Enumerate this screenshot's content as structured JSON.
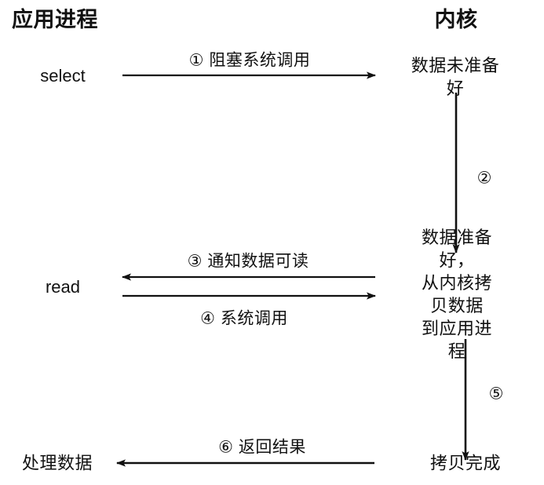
{
  "diagram": {
    "title_left": "应用进程",
    "title_right": "内核",
    "columns": {
      "application": {
        "label": "应用进程"
      },
      "kernel": {
        "label": "内核"
      }
    },
    "calls": {
      "select": "select",
      "read": "read",
      "process": "处理数据"
    },
    "kernel_states": {
      "not_ready": "数据未准备好",
      "ready_copy": "数据准备好，\n从内核拷贝数据\n到应用进程",
      "copy_done": "拷贝完成"
    },
    "steps": [
      {
        "id": "1",
        "marker": "①",
        "label": "① 阻塞系统调用",
        "direction": "app-to-kernel"
      },
      {
        "id": "2",
        "marker": "②",
        "label": "②",
        "direction": "kernel-down"
      },
      {
        "id": "3",
        "marker": "③",
        "label": "③ 通知数据可读",
        "direction": "kernel-to-app"
      },
      {
        "id": "4",
        "marker": "④",
        "label": "④ 系统调用",
        "direction": "app-to-kernel"
      },
      {
        "id": "5",
        "marker": "⑤",
        "label": "⑤",
        "direction": "kernel-down"
      },
      {
        "id": "6",
        "marker": "⑥",
        "label": "⑥ 返回结果",
        "direction": "kernel-to-app"
      }
    ],
    "colors": {
      "background": "#ffffff",
      "ink": "#111111",
      "line": "#1a1a1a"
    }
  }
}
